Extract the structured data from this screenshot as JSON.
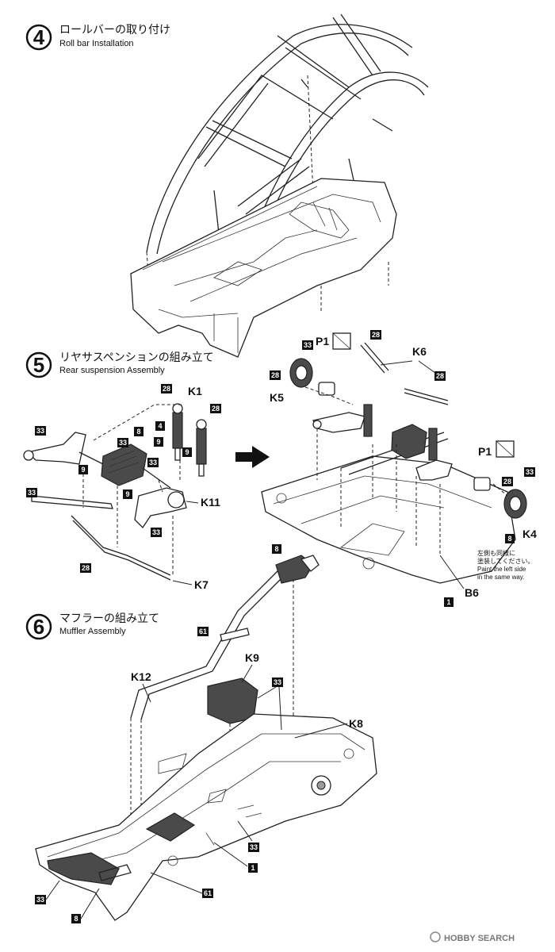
{
  "steps": [
    {
      "number": "4",
      "title_jp": "ロールバーの取り付け",
      "title_en": "Roll bar Installation"
    },
    {
      "number": "5",
      "title_jp": "リヤサスペンションの組み立て",
      "title_en": "Rear suspension Assembly"
    },
    {
      "number": "6",
      "title_jp": "マフラーの組み立て",
      "title_en": "Muffler Assembly"
    }
  ],
  "step5_labels": {
    "k1": "K1",
    "n28a": "28",
    "n4": "4",
    "n28b": "28",
    "n9a": "9",
    "n9b": "9",
    "n33a": "33",
    "n33b": "33",
    "n8": "8",
    "n33c": "33",
    "n9c": "9",
    "n9d": "9",
    "n33d": "33",
    "k11": "K11",
    "n33e": "33",
    "n28c": "28",
    "k7": "K7"
  },
  "step5_right_labels": {
    "n33a": "33",
    "p1a": "P1",
    "n28a": "28",
    "k6": "K6",
    "n28b": "28",
    "k5": "K5",
    "n28c": "28",
    "p1b": "P1",
    "n33b": "33",
    "n28d": "28",
    "n8": "8",
    "k4": "K4",
    "note_jp_1": "左側も同様に",
    "note_jp_2": "塗装してください。",
    "note_en_1": "Paint the left side",
    "note_en_2": "in the same way.",
    "b6": "B6",
    "n1": "1"
  },
  "step6_labels": {
    "n8": "8",
    "n61a": "61",
    "k9": "K9",
    "k12": "K12",
    "n33a": "33",
    "k8": "K8",
    "n33b": "33",
    "n1": "1",
    "n33c": "33",
    "n61b": "61",
    "n8b": "8"
  },
  "watermark": "HOBBY SEARCH",
  "colors": {
    "ink": "#111111",
    "part_fill": "#4a4a4a",
    "label_box": "#111111"
  }
}
